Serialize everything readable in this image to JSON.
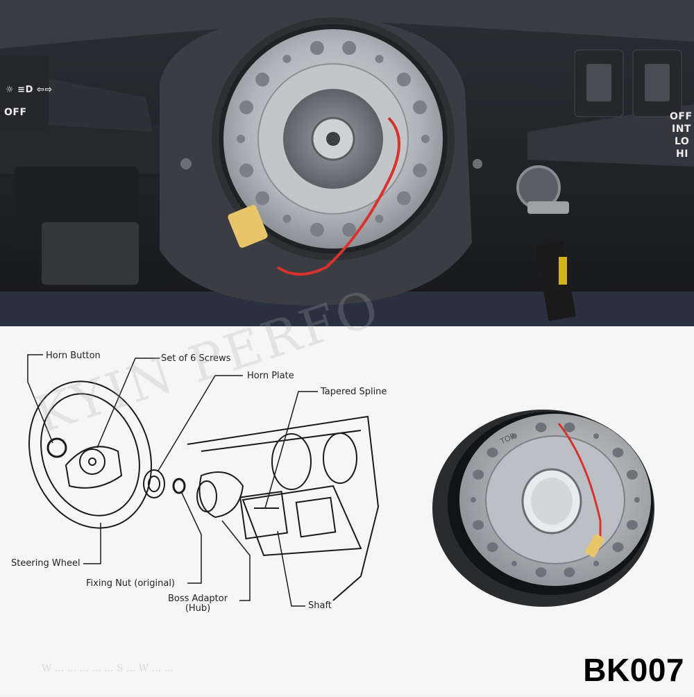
{
  "photo": {
    "left_stalk": {
      "icons": "light-switch-icons",
      "off_label": "OFF"
    },
    "right_stalk": {
      "labels": [
        "OFF",
        "INT",
        "LO",
        "HI"
      ]
    }
  },
  "diagram": {
    "labels": {
      "horn_button": "Horn Button",
      "screws": "Set of 6 Screws",
      "horn_plate": "Horn Plate",
      "tapered_spline": "Tapered Spline",
      "steering_wheel": "Steering Wheel",
      "fixing_nut": "Fixing Nut (original)",
      "boss_adaptor_line1": "Boss Adaptor",
      "boss_adaptor_line2": "(Hub)",
      "shaft": "Shaft"
    },
    "watermark": "KYIN PERFO",
    "footnote": "W ... ... ... ... ... S ... W ... ..."
  },
  "product": {
    "code": "BK007",
    "label_on_hub": "TOP"
  },
  "colors": {
    "wire": "#d8322e",
    "hub_silver": "#b9bcc0",
    "dash_dark": "#2b2d31",
    "connector": "#e8c46a"
  }
}
